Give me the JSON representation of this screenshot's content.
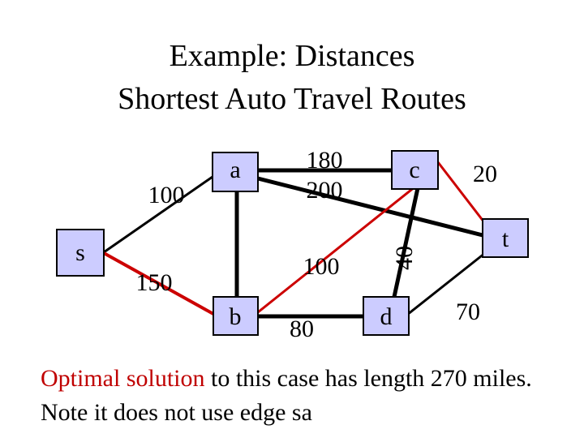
{
  "title": {
    "line1": "Example:  Distances",
    "line2": "Shortest Auto Travel Routes"
  },
  "nodes": {
    "s": "s",
    "a": "a",
    "b": "b",
    "c": "c",
    "d": "d",
    "t": "t"
  },
  "edge_labels": {
    "sa": "100",
    "sb": "150",
    "ac_top": "180",
    "ac_bottom": "200",
    "ct": "20",
    "center": "100",
    "bd": "80",
    "cd": "40",
    "dt": "70"
  },
  "caption": {
    "highlight": "Optimal solution",
    "rest": " to this case has length 270 miles.   Note it does not use edge sa"
  },
  "colors": {
    "node_fill": "#ccccff",
    "edge_black": "#000000",
    "edge_red": "#cc0000",
    "caption_highlight": "#c00000"
  }
}
